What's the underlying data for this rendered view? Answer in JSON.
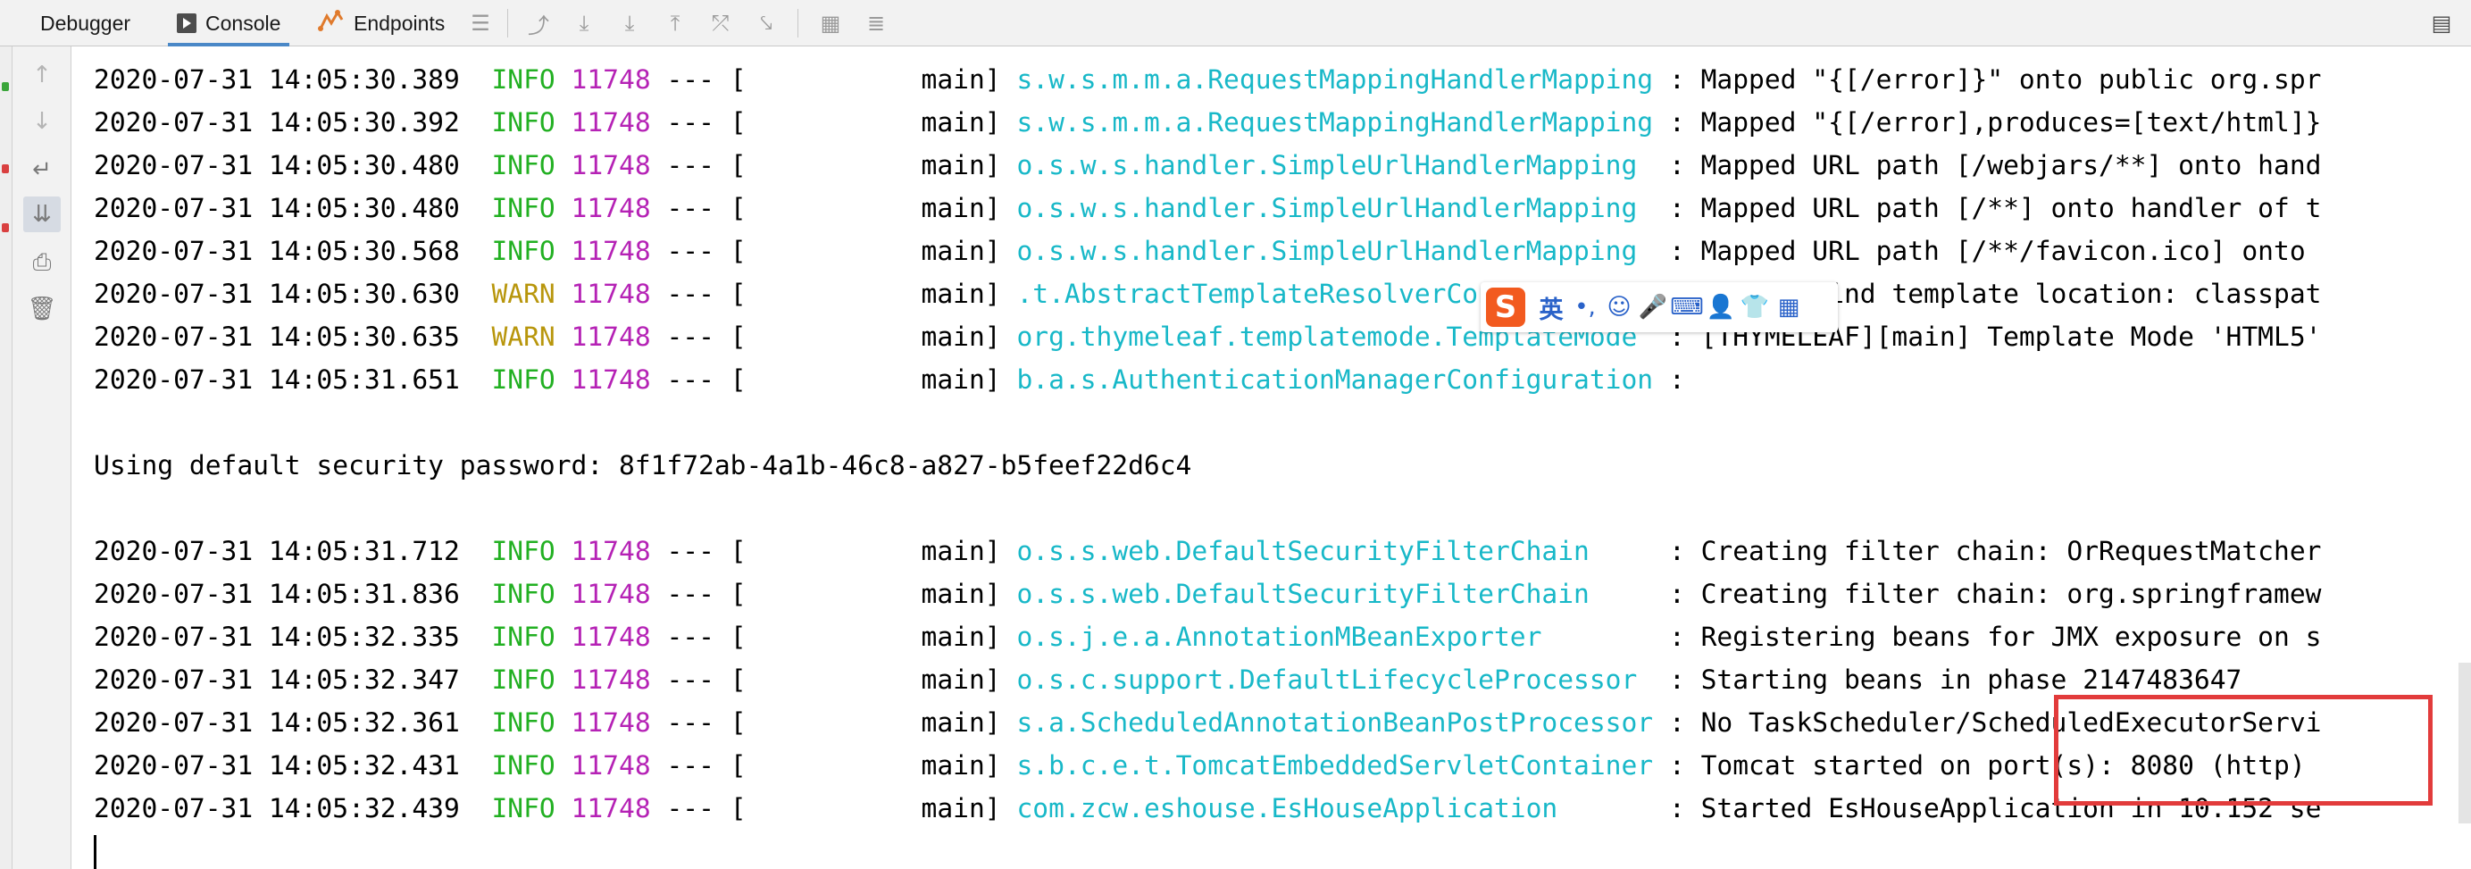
{
  "toolbar": {
    "tabs": [
      {
        "label": "Debugger",
        "icon": "none"
      },
      {
        "label": "Console",
        "icon": "console-icon"
      },
      {
        "label": "Endpoints",
        "icon": "endpoints-icon"
      }
    ],
    "tools": [
      "menu-icon",
      "show-execution-point-icon",
      "step-over-icon",
      "step-into-icon",
      "force-step-into-icon",
      "step-out-icon",
      "drop-frame-icon",
      "run-to-cursor-icon",
      "evaluate-expression-icon",
      "trace-current-stream-icon"
    ],
    "right_icon": "layout-settings-icon"
  },
  "gutter_icons": [
    "up-arrow-icon",
    "down-arrow-icon",
    "soft-wrap-icon",
    "scroll-to-end-icon",
    "print-icon",
    "clear-all-icon"
  ],
  "colors": {
    "info": "#22b022",
    "warn": "#b8960c",
    "pid": "#b522b5",
    "logger": "#18b8c8",
    "highlight": "#e23b3b",
    "ime_brand": "#f25a1f"
  },
  "log_lines": [
    {
      "ts": "2020-07-31 14:05:30.389",
      "level": "INFO",
      "pid": "11748",
      "sep": " --- [           main] ",
      "logger": "s.w.s.m.m.a.RequestMappingHandlerMapping",
      "pad": " ",
      "msg": ": Mapped \"{[/error]}\" onto public org.spr"
    },
    {
      "ts": "2020-07-31 14:05:30.392",
      "level": "INFO",
      "pid": "11748",
      "sep": " --- [           main] ",
      "logger": "s.w.s.m.m.a.RequestMappingHandlerMapping",
      "pad": " ",
      "msg": ": Mapped \"{[/error],produces=[text/html]}"
    },
    {
      "ts": "2020-07-31 14:05:30.480",
      "level": "INFO",
      "pid": "11748",
      "sep": " --- [           main] ",
      "logger": "o.s.w.s.handler.SimpleUrlHandlerMapping",
      "pad": "  ",
      "msg": ": Mapped URL path [/webjars/**] onto hand"
    },
    {
      "ts": "2020-07-31 14:05:30.480",
      "level": "INFO",
      "pid": "11748",
      "sep": " --- [           main] ",
      "logger": "o.s.w.s.handler.SimpleUrlHandlerMapping",
      "pad": "  ",
      "msg": ": Mapped URL path [/**] onto handler of t"
    },
    {
      "ts": "2020-07-31 14:05:30.568",
      "level": "INFO",
      "pid": "11748",
      "sep": " --- [           main] ",
      "logger": "o.s.w.s.handler.SimpleUrlHandlerMapping",
      "pad": "  ",
      "msg": ": Mapped URL path [/**/favicon.ico] onto "
    },
    {
      "ts": "2020-07-31 14:05:30.630",
      "level": "WARN",
      "pid": "11748",
      "sep": " --- [           main] ",
      "logger": ".t.AbstractTemplateResolverConfiguration",
      "pad": " ",
      "msg": ": Cannot find template location: classpat"
    },
    {
      "ts": "2020-07-31 14:05:30.635",
      "level": "WARN",
      "pid": "11748",
      "sep": " --- [           main] ",
      "logger": "org.thymeleaf.templatemode.TemplateMode",
      "pad": "  ",
      "msg": ": [THYMELEAF][main] Template Mode 'HTML5'"
    },
    {
      "ts": "2020-07-31 14:05:31.651",
      "level": "INFO",
      "pid": "11748",
      "sep": " --- [           main] ",
      "logger": "b.a.s.AuthenticationManagerConfiguration",
      "pad": " ",
      "msg": ":"
    },
    {
      "plain": ""
    },
    {
      "plain": "Using default security password: 8f1f72ab-4a1b-46c8-a827-b5feef22d6c4"
    },
    {
      "plain": ""
    },
    {
      "ts": "2020-07-31 14:05:31.712",
      "level": "INFO",
      "pid": "11748",
      "sep": " --- [           main] ",
      "logger": "o.s.s.web.DefaultSecurityFilterChain",
      "pad": "     ",
      "msg": ": Creating filter chain: OrRequestMatcher"
    },
    {
      "ts": "2020-07-31 14:05:31.836",
      "level": "INFO",
      "pid": "11748",
      "sep": " --- [           main] ",
      "logger": "o.s.s.web.DefaultSecurityFilterChain",
      "pad": "     ",
      "msg": ": Creating filter chain: org.springframew"
    },
    {
      "ts": "2020-07-31 14:05:32.335",
      "level": "INFO",
      "pid": "11748",
      "sep": " --- [           main] ",
      "logger": "o.s.j.e.a.AnnotationMBeanExporter",
      "pad": "        ",
      "msg": ": Registering beans for JMX exposure on s"
    },
    {
      "ts": "2020-07-31 14:05:32.347",
      "level": "INFO",
      "pid": "11748",
      "sep": " --- [           main] ",
      "logger": "o.s.c.support.DefaultLifecycleProcessor",
      "pad": "  ",
      "msg": ": Starting beans in phase 2147483647"
    },
    {
      "ts": "2020-07-31 14:05:32.361",
      "level": "INFO",
      "pid": "11748",
      "sep": " --- [           main] ",
      "logger": "s.a.ScheduledAnnotationBeanPostProcessor",
      "pad": " ",
      "msg": ": No TaskScheduler/ScheduledExecutorServi"
    },
    {
      "ts": "2020-07-31 14:05:32.431",
      "level": "INFO",
      "pid": "11748",
      "sep": " --- [           main] ",
      "logger": "s.b.c.e.t.TomcatEmbeddedServletContainer",
      "pad": " ",
      "msg": ": Tomcat started on port(s): 8080 (http)"
    },
    {
      "ts": "2020-07-31 14:05:32.439",
      "level": "INFO",
      "pid": "11748",
      "sep": " --- [           main] ",
      "logger": "com.zcw.eshouse.EsHouseApplication",
      "pad": "       ",
      "msg": ": Started EsHouseApplication in 10.152 se"
    }
  ],
  "ime": {
    "logo": "S",
    "lang": "英",
    "buttons": [
      "punctuation-icon",
      "emoji-icon",
      "voice-icon",
      "keyboard-icon",
      "user-icon",
      "skin-icon",
      "toolbox-icon"
    ]
  }
}
